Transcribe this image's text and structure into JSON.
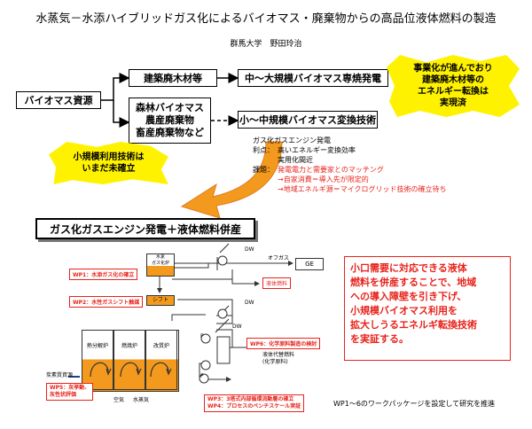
{
  "header": {
    "title": "水蒸気－水添ハイブリッドガス化によるバイオマス・廃棄物からの高品位液体燃料の製造",
    "author": "群馬大学　野田玲治"
  },
  "flow": {
    "source": "バイオマス資源",
    "branch_top": "建築廃木材等",
    "branch_top_result": "中～大規模バイオマス専焼発電",
    "branch_bottom_lines": [
      "森林バイオマス",
      "農産廃棄物",
      "畜産廃棄物など"
    ],
    "branch_bottom_result": "小～中規模バイオマス変換技術"
  },
  "callouts": {
    "commercial": [
      "事業化が進んでおり",
      "建築廃木材等の",
      "エネルギー転換は",
      "実現済"
    ],
    "small_scale": [
      "小規模利用技術は",
      "いまだ未確立"
    ]
  },
  "analysis": {
    "heading": "ガス化ガスエンジン発電",
    "merit_label": "利点：",
    "merits": [
      "高いエネルギー変換効率",
      "実用化間近"
    ],
    "issue_label": "課題：",
    "issues": [
      "発電電力と需要家とのマッチング",
      "→自家消費＝導入先が限定的",
      "→地域エネルギ源＝マイクログリッド技術の確立待ち"
    ]
  },
  "conclusion": "ガス化ガスエンジン発電＋液体燃料併産",
  "process": {
    "reformer": [
      "水素",
      "ガス化炉"
    ],
    "shift": "シフト",
    "furnaces": [
      "熱分解炉",
      "燃焼炉",
      "改質炉"
    ],
    "inputs": [
      "炭素質資源"
    ],
    "bottom_labels": [
      "空気",
      "水蒸気"
    ],
    "offgas": "オフガス",
    "ge": "GE",
    "liquid_fuel": "液体燃料",
    "liquid_product": [
      "液体代替燃料",
      "(化学原料)"
    ],
    "dw_labels": [
      "DW",
      "DW",
      "DW"
    ],
    "p_label": "P",
    "wp1": "WP1：水添ガス化の確立",
    "wp2": "WP2：水性ガスシフト触媒",
    "wp6": "WP6：化学原料製造の検討",
    "wp5": [
      "WP5：灰挙動、",
      "灰性状評価"
    ],
    "wp3": "WP3：3塔式内部循環流動層の確立",
    "wp4": "WP4：プロセスのベンチスケール実証"
  },
  "note_box": [
    "小口需要に対応できる液体",
    "燃料を併産することで、地域",
    "への導入障壁を引き下げ、",
    "小規模バイオマス利用を",
    "拡大しうるエネルギ転換技術",
    "を実証する。"
  ],
  "footer": "WP1～6のワークパッケージを設定して研究を推進",
  "colors": {
    "yellow": "#fff200",
    "orange": "#f39a1e",
    "red": "#e8231b",
    "sand": "#e07a20"
  }
}
